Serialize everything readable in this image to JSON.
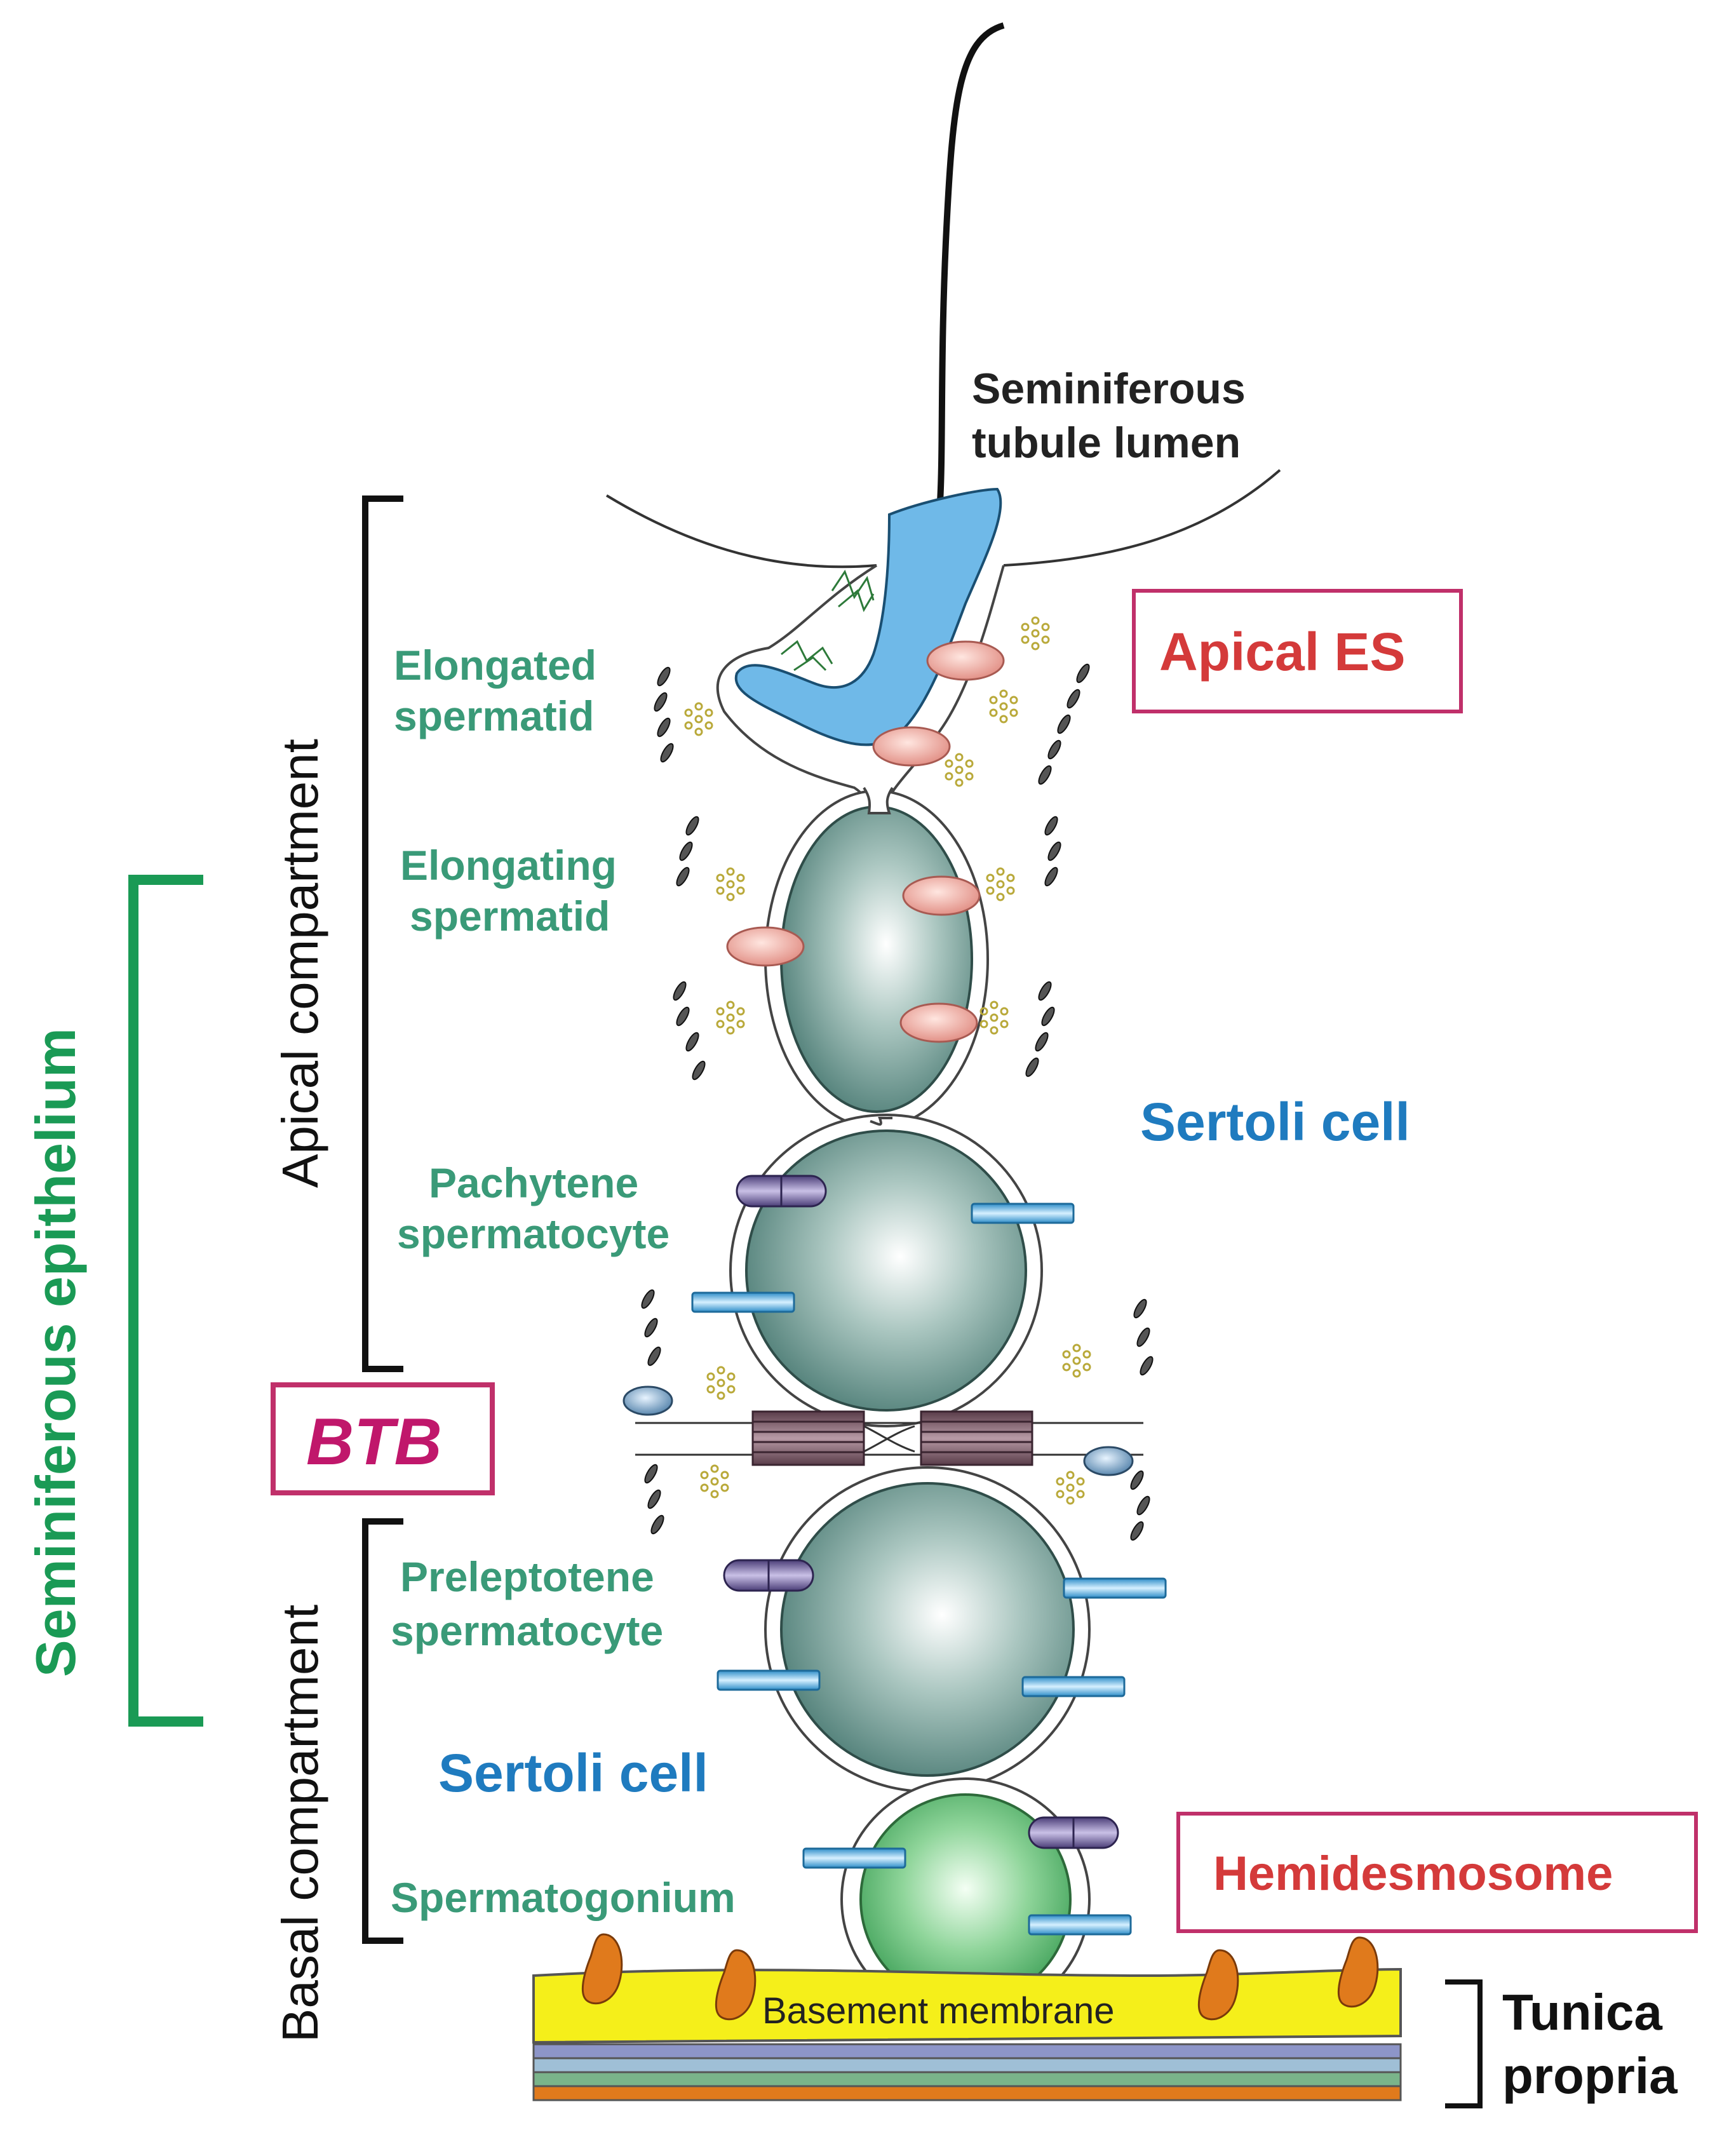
{
  "labels": {
    "lumen_line1": "Seminiferous",
    "lumen_line2": "tubule lumen",
    "apical_compartment": "Apical compartment",
    "basal_compartment": "Basal compartment",
    "seminiferous_epithelium": "Seminiferous epithelium",
    "elongated_line1": "Elongated",
    "elongated_line2": "spermatid",
    "elongating_line1": "Elongating",
    "elongating_line2": "spermatid",
    "pachytene_line1": "Pachytene",
    "pachytene_line2": "spermatocyte",
    "preleptotene_line1": "Preleptotene",
    "preleptotene_line2": "spermatocyte",
    "spermatogonium": "Spermatogonium",
    "sertoli_upper": "Sertoli cell",
    "sertoli_lower": "Sertoli cell",
    "apical_es": "Apical ES",
    "btb": "BTB",
    "hemidesmosome": "Hemidesmosome",
    "basement_membrane": "Basement membrane",
    "tunica_line1": "Tunica",
    "tunica_line2": "propria"
  },
  "colors": {
    "cell_label_green": "#3a9a78",
    "sertoli_blue": "#1f7bbf",
    "junction_red": "#d43a3a",
    "btb_magenta": "#c0176b",
    "epithelium_green": "#1a9a55",
    "spermatid_head_blue": "#6fb9e8",
    "basement_yellow": "#f5ef1a",
    "hemidesmosome_orange": "#e07a1c",
    "adhesion_pink": "#f0a8a0",
    "gap_junction_blue": "#7ec4ea",
    "desmosome_purple": "#7a6aa8"
  }
}
